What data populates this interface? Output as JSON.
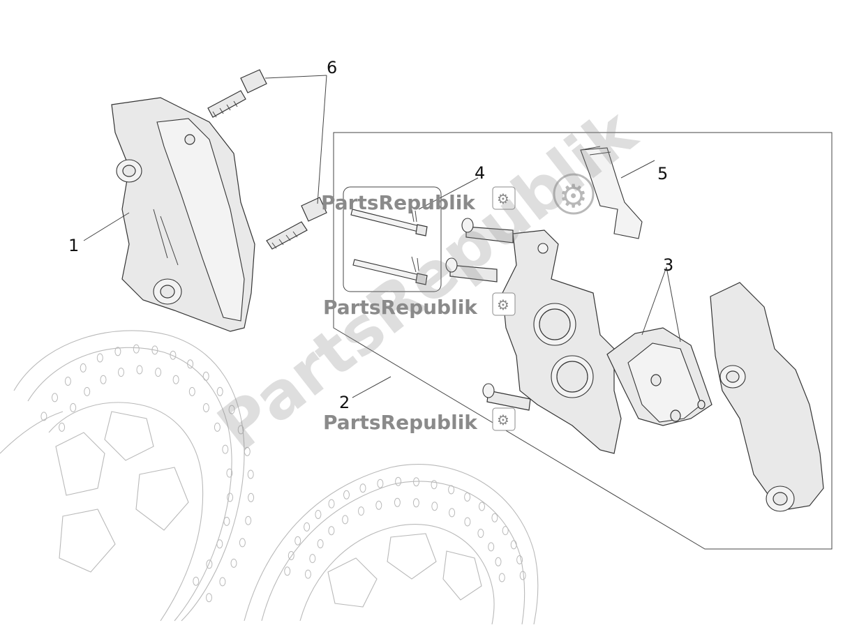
{
  "diagram": {
    "callouts": [
      {
        "id": "callout-1",
        "label": "1"
      },
      {
        "id": "callout-2",
        "label": "2"
      },
      {
        "id": "callout-3",
        "label": "3"
      },
      {
        "id": "callout-4",
        "label": "4"
      },
      {
        "id": "callout-5",
        "label": "5"
      },
      {
        "id": "callout-6",
        "label": "6"
      }
    ],
    "watermark": {
      "brand": "PartsRepublik",
      "icon": "gear-icon"
    },
    "colors": {
      "part_fill": "#e9e9e9",
      "outline": "#333333",
      "disc_line": "#b9b9b9",
      "watermark": "#8a8a8a"
    }
  }
}
